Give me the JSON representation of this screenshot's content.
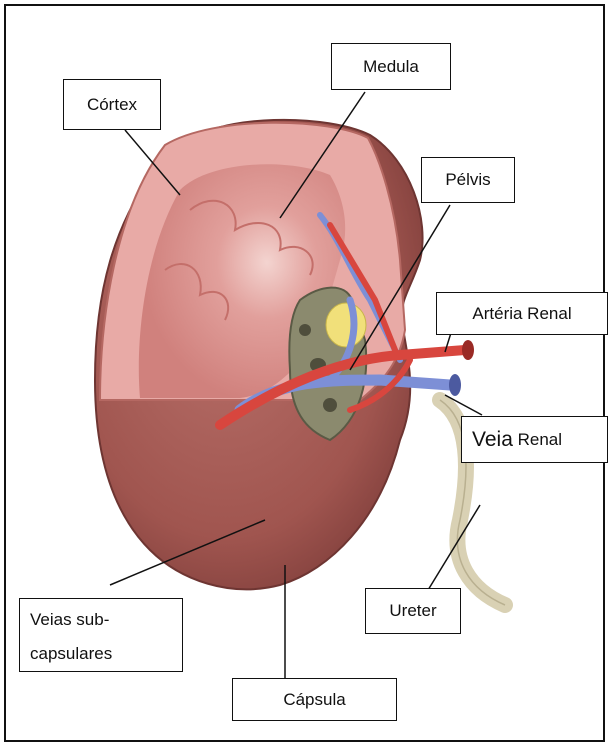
{
  "labels": {
    "cortex": "Córtex",
    "medula": "Medula",
    "pelvis": "Pélvis",
    "arteria_renal": "Artéria Renal",
    "veia_renal_a": "Veia",
    "veia_renal_b": " Renal",
    "veias_sub_line1": "Veias sub-",
    "veias_sub_line2": "capsulares",
    "ureter": "Ureter",
    "capsula": "Cápsula"
  },
  "colors": {
    "cortex": "#e9a7a4",
    "medulla": "#d98884",
    "capsule": "#a85a55",
    "artery": "#d8463e",
    "vein": "#7d8fd6",
    "ureter": "#d9d1b4",
    "pelvis_fat": "#f1e07a"
  }
}
